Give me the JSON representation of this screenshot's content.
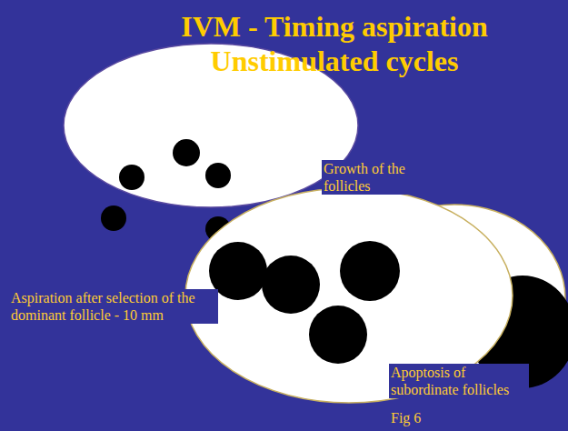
{
  "diagram": {
    "title": "IVM - Timing aspiration Unstimulated cycles",
    "caption": "Fig 6",
    "labels": [
      "Growth of the follicles",
      "Aspiration after selection of the dominant follicle - 10 mm",
      "Apoptosis of subordinate follicles"
    ]
  }
}
